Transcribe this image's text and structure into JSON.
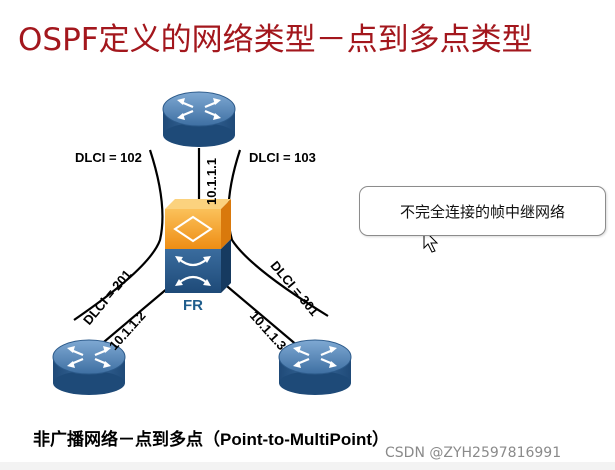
{
  "title": "OSPF定义的网络类型－点到多点类型",
  "diagram": {
    "dlci_left_top": "DLCI = 102",
    "dlci_right_top": "DLCI = 103",
    "dlci_left_bottom": "DLCI = 201",
    "dlci_right_bottom": "DLCI = 301",
    "ip_top": "10.1.1.1",
    "ip_left": "10.1.1.2",
    "ip_right": "10.1.1.3",
    "switch_label": "FR",
    "callout": "不完全连接的帧中继网络",
    "colors": {
      "router_body": "#2f5d8f",
      "router_top": "#5f8fbf",
      "switch_top": "#f29b1d",
      "switch_bottom": "#2a5a8c",
      "title": "#a3171d"
    }
  },
  "caption": {
    "zh": "非广播网络－点到多点",
    "en": "（Point-to-MultiPoint）"
  },
  "watermark": "CSDN @ZYH2597816991"
}
